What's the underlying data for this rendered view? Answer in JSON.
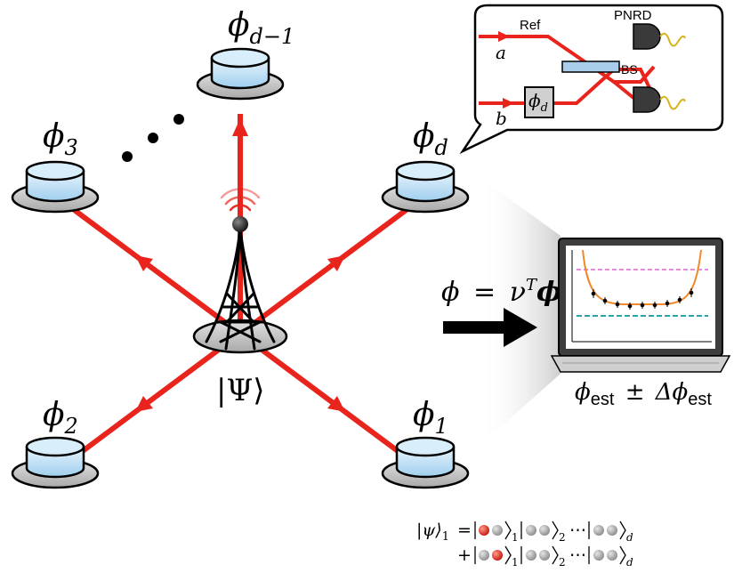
{
  "nodes": {
    "top": {
      "main": "ϕ",
      "sub": "d−1"
    },
    "left": {
      "main": "ϕ",
      "sub": "3"
    },
    "right": {
      "main": "ϕ",
      "sub": "d"
    },
    "bottom_left": {
      "main": "ϕ",
      "sub": "2"
    },
    "bottom_right": {
      "main": "ϕ",
      "sub": "1"
    }
  },
  "source_label": "|Ψ⟩",
  "inset": {
    "ref_label": "Ref",
    "pnrd_label": "PNRD",
    "bs_label": "BS",
    "mode_a": "a",
    "mode_b": "b",
    "phase_main": "ϕ",
    "phase_sub": "d"
  },
  "equation": {
    "lhs": "ϕ",
    "eq": "=",
    "nu": "ν",
    "sup": "T",
    "vec": "ϕ"
  },
  "estimate": {
    "phi": "ϕ",
    "sub1": "est",
    "pm": "±",
    "delta": "Δϕ",
    "sub2": "est"
  },
  "state": {
    "lhs": "|ψ⟩",
    "lhs_sub": "1",
    "line1_prefix": "=",
    "line2_prefix": "+",
    "sub1": "1",
    "sub2": "2",
    "subd": "d",
    "dots": "⋯"
  },
  "colors": {
    "beam": "#e8241c",
    "disk_top": "#bfe0f4",
    "plate": "#c8c8c8",
    "orange_curve": "#f08a2a",
    "magenta_line": "#d36ad0",
    "teal_line": "#2aa3a8"
  }
}
